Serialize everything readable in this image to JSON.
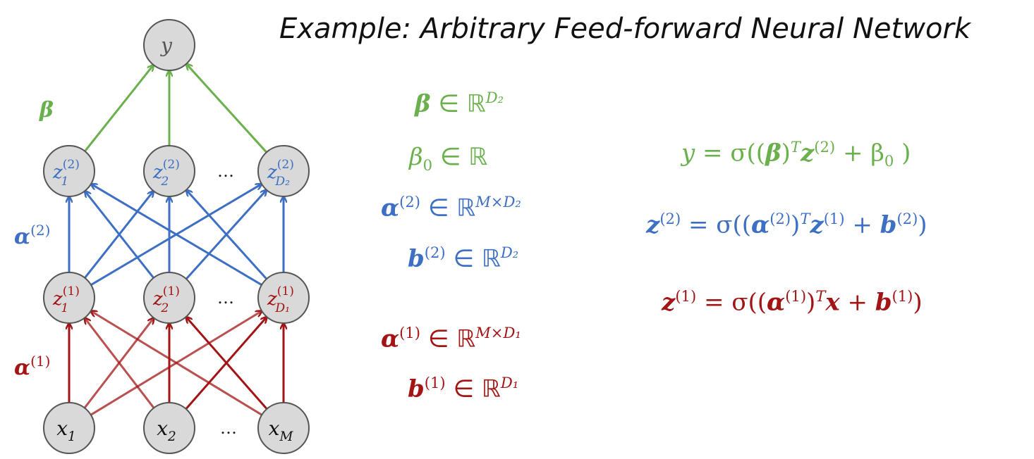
{
  "title": "Example: Arbitrary Feed-forward Neural Network",
  "colors": {
    "output": "#6ab04c",
    "hidden2": "#3d6fc4",
    "hidden1": "#a31515",
    "node_fill": "#d9d9d9",
    "node_stroke": "#555555"
  },
  "network": {
    "output_node": {
      "name": "y"
    },
    "hidden2_nodes": [
      {
        "base": "z",
        "sub": "1",
        "sup": "(2)"
      },
      {
        "base": "z",
        "sub": "2",
        "sup": "(2)"
      },
      {
        "base": "z",
        "sub": "D₂",
        "sup": "(2)"
      }
    ],
    "hidden1_nodes": [
      {
        "base": "z",
        "sub": "1",
        "sup": "(1)"
      },
      {
        "base": "z",
        "sub": "2",
        "sup": "(1)"
      },
      {
        "base": "z",
        "sub": "D₁",
        "sup": "(1)"
      }
    ],
    "input_nodes": [
      {
        "base": "x",
        "sub": "1"
      },
      {
        "base": "x",
        "sub": "2"
      },
      {
        "base": "x",
        "sub": "M"
      }
    ],
    "ellipsis": "…",
    "edge_labels": {
      "beta": "β",
      "alpha2_base": "α",
      "alpha2_sup": "(2)",
      "alpha1_base": "α",
      "alpha1_sup": "(1)"
    }
  },
  "params": {
    "beta": {
      "sym": "β",
      "in": " ∈ ℝ",
      "sup": "D₂"
    },
    "beta0": {
      "sym": "β",
      "sub": "0",
      "in": "  ∈ ℝ"
    },
    "alpha2": {
      "sym": "α",
      "sup1": "(2)",
      "in": "  ∈ ℝ",
      "sup2": "M×D₂"
    },
    "b2": {
      "sym": "b",
      "sup1": "(2)",
      "in": " ∈ ℝ",
      "sup2": "D₂"
    },
    "alpha1": {
      "sym": "α",
      "sup1": "(1)",
      "in": "  ∈ ℝ",
      "sup2": "M×D₁"
    },
    "b1": {
      "sym": "b",
      "sup1": "(1)",
      "in": " ∈ ℝ",
      "sup2": "D₁"
    }
  },
  "equations": {
    "y_eq": {
      "lhs": "y",
      "eq": " =  σ((",
      "beta": "β",
      "close_t": ")",
      "T": "T",
      "z": "z",
      "zsup": "(2)",
      "plus": " + β",
      "sub0": "0",
      "end": " )"
    },
    "z2_eq": {
      "lhs": "z",
      "lhs_sup": "(2)",
      "eq": " =  σ((",
      "alpha": "α",
      "asup": "(2)",
      "close_t": ")",
      "T": "T",
      "z": "z",
      "zsup": "(1)",
      "plus": " + ",
      "b": "b",
      "bsup": "(2)",
      "end": ")"
    },
    "z1_eq": {
      "lhs": "z",
      "lhs_sup": "(1)",
      "eq": " =  σ((",
      "alpha": "α",
      "asup": "(1)",
      "close_t": ")",
      "T": "T",
      "x": "x",
      "plus": " + ",
      "b": "b",
      "bsup": "(1)",
      "end": ")"
    }
  }
}
